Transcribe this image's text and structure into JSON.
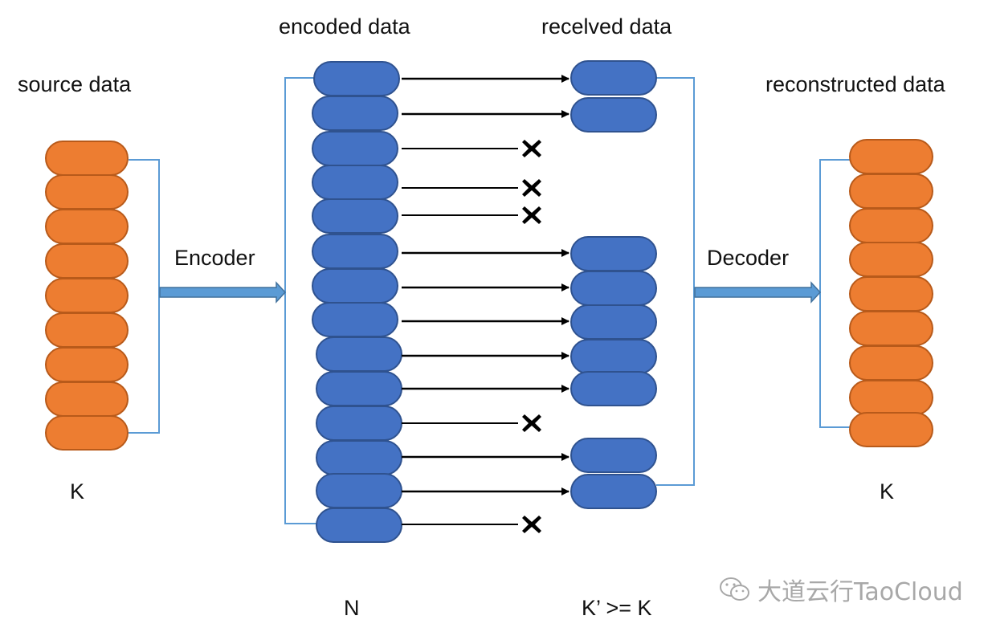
{
  "labels": {
    "source": "source data",
    "encoded": "encoded data",
    "received": "recelved data",
    "reconstructed": "reconstructed data",
    "encoder": "Encoder",
    "decoder": "Decoder",
    "k_source": "K",
    "n_encoded": "N",
    "k_received": "K’ >= K",
    "k_reconstructed": "K"
  },
  "watermark": {
    "text": "大道云行TaoCloud",
    "icon": "wechat-icon"
  },
  "colors": {
    "source_block": "#ED7D31",
    "source_border": "#B85A1A",
    "encoded_block": "#4472C4",
    "encoded_border": "#2F528F",
    "bracket": "#5B9BD5",
    "arrow": "#000000",
    "lost": "#000000",
    "flow_arrow": "#5B9BD5",
    "flow_arrow_border": "#41719C"
  },
  "diagram": {
    "source_count": 9,
    "encoded_count": 14,
    "reconstructed_count": 9,
    "packets": [
      {
        "id": 1,
        "status": "received"
      },
      {
        "id": 2,
        "status": "received"
      },
      {
        "id": 3,
        "status": "lost"
      },
      {
        "id": 4,
        "status": "lost"
      },
      {
        "id": 5,
        "status": "lost"
      },
      {
        "id": 6,
        "status": "received"
      },
      {
        "id": 7,
        "status": "received"
      },
      {
        "id": 8,
        "status": "received"
      },
      {
        "id": 9,
        "status": "received"
      },
      {
        "id": 10,
        "status": "received"
      },
      {
        "id": 11,
        "status": "lost"
      },
      {
        "id": 12,
        "status": "received"
      },
      {
        "id": 13,
        "status": "received"
      },
      {
        "id": 14,
        "status": "lost"
      }
    ]
  }
}
